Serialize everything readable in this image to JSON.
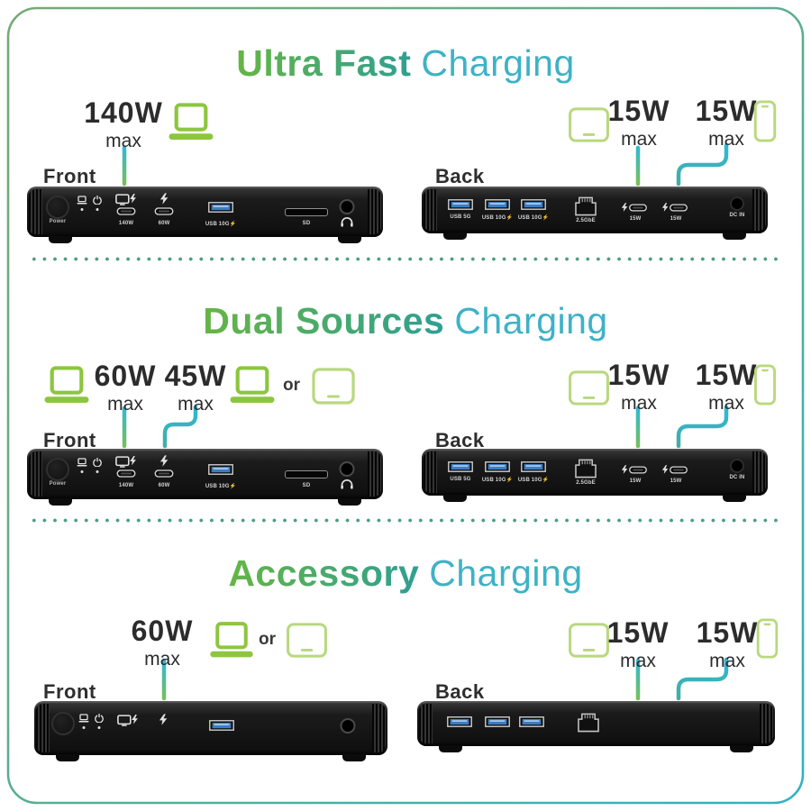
{
  "sections": [
    {
      "title_bold": "Ultra Fast",
      "title_regular": "Charging",
      "front_label": "Front",
      "back_label": "Back",
      "front_value": "140W",
      "front_unit": "max",
      "back_left_value": "15W",
      "back_left_unit": "max",
      "back_right_value": "15W",
      "back_right_unit": "max"
    },
    {
      "title_bold": "Dual Sources",
      "title_regular": "Charging",
      "front_label": "Front",
      "back_label": "Back",
      "front_left_value": "60W",
      "front_left_unit": "max",
      "front_right_value": "45W",
      "front_right_unit": "max",
      "or_label": "or",
      "back_left_value": "15W",
      "back_left_unit": "max",
      "back_right_value": "15W",
      "back_right_unit": "max"
    },
    {
      "title_bold": "Accessory",
      "title_regular": "Charging",
      "front_label": "Front",
      "back_label": "Back",
      "front_value": "60W",
      "front_unit": "max",
      "or_label": "or",
      "back_left_value": "15W",
      "back_left_unit": "max",
      "back_right_value": "15W",
      "back_right_unit": "max"
    }
  ],
  "front_dock": {
    "power_label": "Power",
    "port_140w_label": "140W",
    "port_60w_label": "60W",
    "usb_a_label": "USB 10G⚡",
    "sd_label": "SD"
  },
  "back_dock": {
    "usb_5g_label": "USB 5G",
    "usb_10g_label_1": "USB 10G⚡",
    "usb_10g_label_2": "USB 10G⚡",
    "ethernet_label": "2.5GbE",
    "usb_c_label_1": "15W",
    "usb_c_label_2": "15W",
    "dc_in_label": "DC IN"
  },
  "colors": {
    "title_gradient_start": "#66b544",
    "title_gradient_end": "#2f9f92",
    "title_regular_cyan": "#3eb2c6",
    "laptop_green": "#8cc63e",
    "device_light_green": "#b9d87f",
    "connector_cyan": "#2cb9dc",
    "connector_green": "#7dc04e",
    "divider_dot_teal": "#4d9c85",
    "frame_green": "#74ab74",
    "frame_teal": "#31b1c3"
  }
}
